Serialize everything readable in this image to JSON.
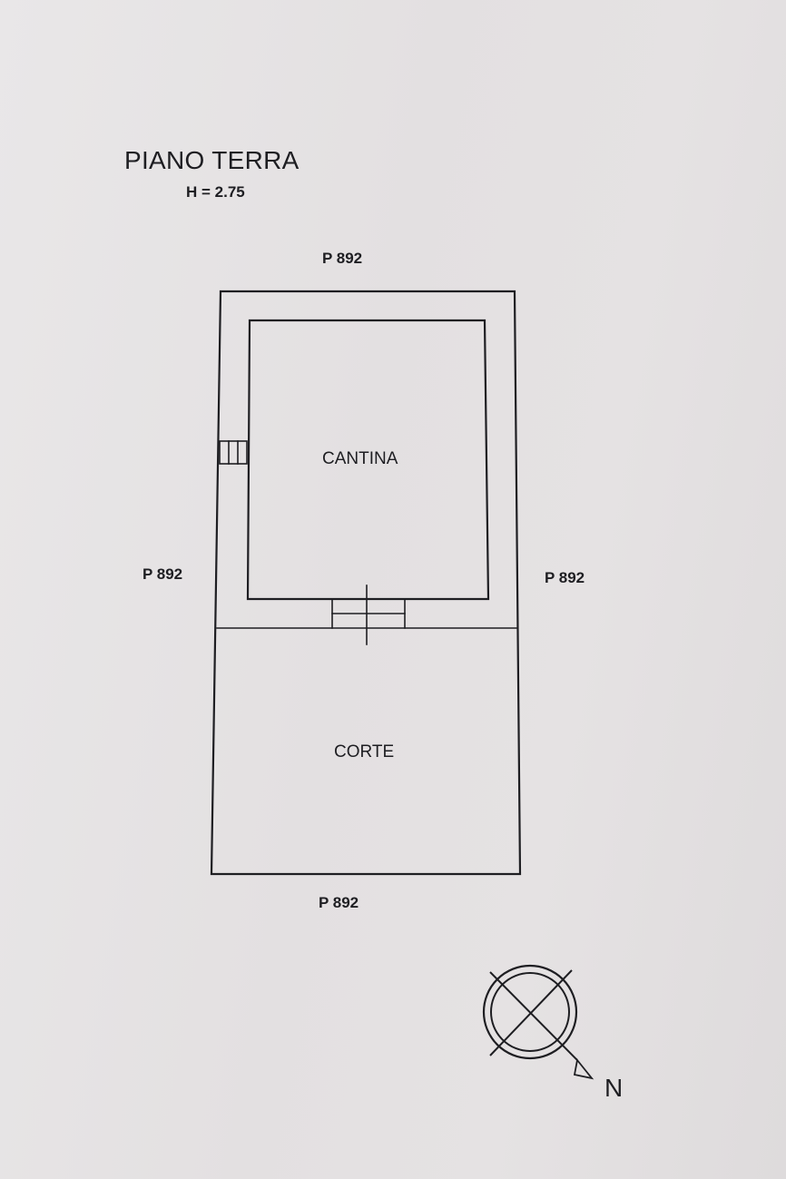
{
  "title": "PIANO TERRA",
  "height_label": "H = 2.75",
  "parcels": {
    "north": "P 892",
    "west": "P 892",
    "east": "P 892",
    "south": "P 892"
  },
  "rooms": {
    "cantina": "CANTINA",
    "corte": "CORTE"
  },
  "compass": {
    "north_label": "N"
  },
  "colors": {
    "paper": "#e6e3e4",
    "ink": "#1e1e22"
  }
}
